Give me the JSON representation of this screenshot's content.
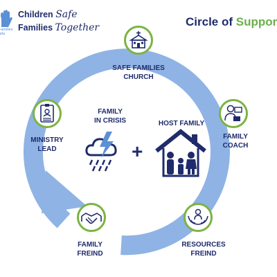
{
  "header": {
    "logo_small_text": "Families\nada",
    "logo_line1_bold": "Children",
    "logo_line1_script": "Safe",
    "logo_line2_bold": "Families",
    "logo_line2_script": "Together",
    "title_part1": "Circle of",
    "title_part2": "Suppor"
  },
  "center": {
    "crisis_label": "FAMILY\nIN CRISIS",
    "host_label": "HOST FAMILY",
    "plus": "+"
  },
  "nodes": {
    "church": "SAFE FAMILIES\nCHURCH",
    "coach": "FAMILY\nCOACH",
    "resources": "RESOURCES\nFREIND",
    "friend": "FAMILY\nFREIND",
    "ministry": "MINISTRY\nLEAD"
  },
  "colors": {
    "navy": "#1f2b6b",
    "green": "#6ab04c",
    "ring": "#8fb3e4",
    "accent_blue": "#5b8fd6"
  }
}
